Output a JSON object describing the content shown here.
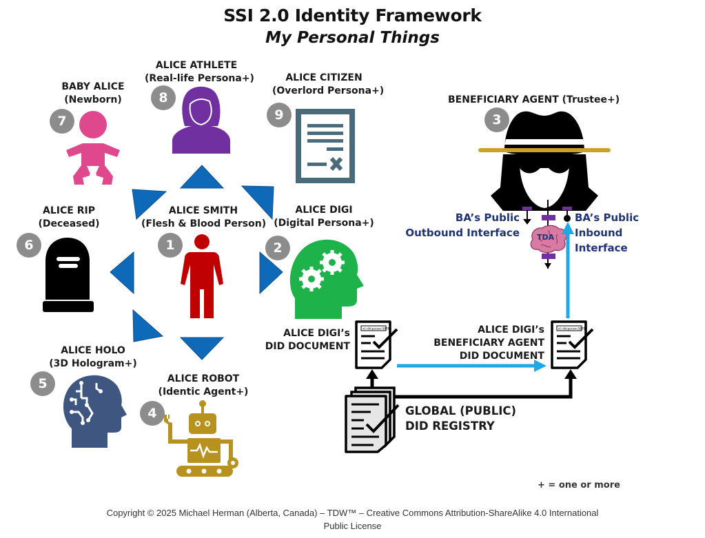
{
  "header": {
    "title": "SSI 2.0 Identity Framework",
    "subtitle": "My Personal Things"
  },
  "colors": {
    "arrow_blue": "#0e69b8",
    "badge_gray": "#8c8c8c",
    "interface_text": "#1f3272",
    "flow_cyan": "#1fa8e8",
    "baby_pink": "#e0488e",
    "athlete_purple": "#7030a0",
    "citizen_slate": "#4a6b7a",
    "smith_red": "#c00000",
    "digi_green": "#1db34a",
    "holo_navy": "#3e5680",
    "robot_gold": "#b8921e",
    "tda_pink": "#d97aa3",
    "connector_purple": "#7030a0",
    "hat_band_gold": "#c9a227"
  },
  "personas": [
    {
      "number": "1",
      "name": "ALICE SMITH",
      "subtitle": "(Flesh & Blood Person)",
      "icon": "person-icon"
    },
    {
      "number": "2",
      "name": "ALICE DIGI",
      "subtitle": "(Digital Persona+)",
      "icon": "head-gears-icon"
    },
    {
      "number": "3",
      "name": "BENEFICIARY AGENT (Trustee+)",
      "subtitle": "",
      "icon": "spy-agent-icon"
    },
    {
      "number": "4",
      "name": "ALICE ROBOT",
      "subtitle": "(Identic Agent+)",
      "icon": "robot-icon"
    },
    {
      "number": "5",
      "name": "ALICE HOLO",
      "subtitle": "(3D Hologram+)",
      "icon": "head-circuit-icon"
    },
    {
      "number": "6",
      "name": "ALICE RIP",
      "subtitle": "(Deceased)",
      "icon": "tombstone-icon"
    },
    {
      "number": "7",
      "name": "BABY ALICE",
      "subtitle": "(Newborn)",
      "icon": "baby-icon"
    },
    {
      "number": "8",
      "name": "ALICE ATHLETE",
      "subtitle": "(Real-life Persona+)",
      "icon": "woman-icon"
    },
    {
      "number": "9",
      "name": "ALICE CITIZEN",
      "subtitle": "(Overlord Persona+)",
      "icon": "certificate-icon"
    }
  ],
  "agent": {
    "outbound_line1": "BA’s Public",
    "outbound_line2": "Outbound Interface",
    "inbound_line1": "BA’s Public",
    "inbound_line2": "Inbound",
    "inbound_line3": "Interface",
    "brain_label": "TDA"
  },
  "documents": {
    "digi_doc_line1": "ALICE DIGI’s",
    "digi_doc_line2": "DID DOCUMENT",
    "ba_doc_line1": "ALICE DIGI’s",
    "ba_doc_line2": "BENEFICIARY AGENT",
    "ba_doc_line3": "DID DOCUMENT",
    "doc_id_text": "id: did:person:5678",
    "registry_line1": "GLOBAL (PUBLIC)",
    "registry_line2": "DID REGISTRY"
  },
  "legend": "+ = one or more",
  "footer": {
    "copyright_line1": "Copyright © 2025 Michael Herman (Alberta, Canada) – TDW™ – Creative Commons Attribution-ShareAlike 4.0 International",
    "copyright_line2": "Public License"
  }
}
